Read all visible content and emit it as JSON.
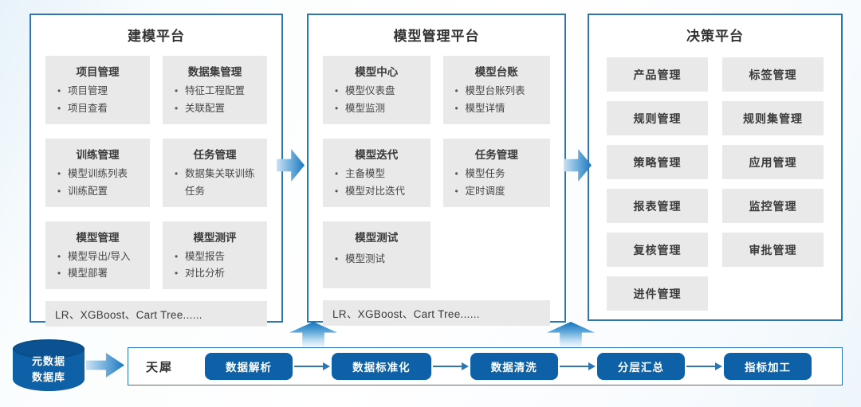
{
  "colors": {
    "panel_border_blue": "#2E75B6",
    "dark_blue": "#0E61A6",
    "card_gray": "#E9E9E9",
    "arrow_gradient_start": "#CCE1F3",
    "arrow_gradient_end": "#1B77C0",
    "text_dark": "#3B3B3B"
  },
  "panels": [
    {
      "title": "建模平台",
      "cards": [
        {
          "title": "项目管理",
          "items": [
            "项目管理",
            "项目查看"
          ]
        },
        {
          "title": "数据集管理",
          "items": [
            "特征工程配置",
            "关联配置"
          ]
        },
        {
          "title": "训练管理",
          "items": [
            "模型训练列表",
            "训练配置"
          ]
        },
        {
          "title": "任务管理",
          "items": [
            "数据集关联训练任务"
          ]
        },
        {
          "title": "模型管理",
          "items": [
            "模型导出/导入",
            "模型部署"
          ]
        },
        {
          "title": "模型测评",
          "items": [
            "模型报告",
            "对比分析"
          ]
        }
      ],
      "footer": "LR、XGBoost、Cart Tree......"
    },
    {
      "title": "模型管理平台",
      "cards": [
        {
          "title": "模型中心",
          "items": [
            "模型仪表盘",
            "模型监测"
          ]
        },
        {
          "title": "模型台账",
          "items": [
            "模型台账列表",
            "模型详情"
          ]
        },
        {
          "title": "模型迭代",
          "items": [
            "主备模型",
            "模型对比迭代"
          ]
        },
        {
          "title": "任务管理",
          "items": [
            "模型任务",
            "定时调度"
          ]
        },
        {
          "title": "模型测试",
          "items": [
            "模型测试"
          ]
        }
      ],
      "footer": "LR、XGBoost、Cart Tree......"
    },
    {
      "title": "决策平台",
      "buttons": [
        "产品管理",
        "标签管理",
        "规则管理",
        "规则集管理",
        "策略管理",
        "应用管理",
        "报表管理",
        "监控管理",
        "复核管理",
        "审批管理",
        "进件管理"
      ]
    }
  ],
  "datasource": {
    "line1": "元数据",
    "line2": "数据库"
  },
  "pipeline": {
    "vendor": "天犀",
    "steps": [
      "数据解析",
      "数据标准化",
      "数据清洗",
      "分层汇总",
      "指标加工"
    ]
  }
}
